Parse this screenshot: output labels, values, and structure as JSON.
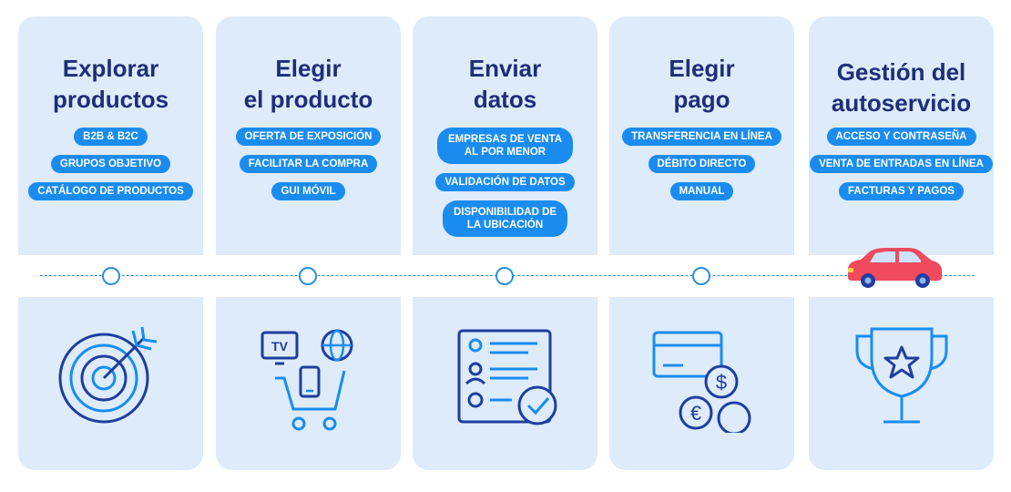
{
  "steps": [
    {
      "title": "Explorar\nproductos",
      "icon": "target-icon",
      "tags": [
        "B2B & B2C",
        "GRUPOS OBJETIVO",
        "CATÁLOGO DE PRODUCTOS"
      ]
    },
    {
      "title": "Elegir\nel producto",
      "icon": "devices-cart-icon",
      "tags": [
        "OFERTA DE EXPOSICIÓN",
        "FACILITAR LA COMPRA",
        "GUI MÓVIL"
      ]
    },
    {
      "title": "Enviar\ndatos",
      "icon": "document-check-icon",
      "tags": [
        "EMPRESAS DE VENTA\nAL POR MENOR",
        "VALIDACIÓN DE DATOS",
        "DISPONIBILIDAD DE\nLA UBICACIÓN"
      ]
    },
    {
      "title": "Elegir\npago",
      "icon": "payment-icon",
      "tags": [
        "TRANSFERENCIA EN LÍNEA",
        "DÉBITO DIRECTO",
        "MANUAL"
      ]
    },
    {
      "title": "Gestión del\nautoservicio",
      "icon": "trophy-icon",
      "tags": [
        "ACCESO Y CONTRASEÑA",
        "VENTA DE ENTRADAS EN LÍNEA",
        "FACTURAS Y PAGOS"
      ]
    }
  ],
  "icon_labels": {
    "tv": "TV"
  },
  "colors": {
    "card": "#ddebfb",
    "title": "#1f2d7a",
    "tag": "#1a8cf0",
    "line": "#2a8fdc",
    "car": "#f04a5e"
  }
}
